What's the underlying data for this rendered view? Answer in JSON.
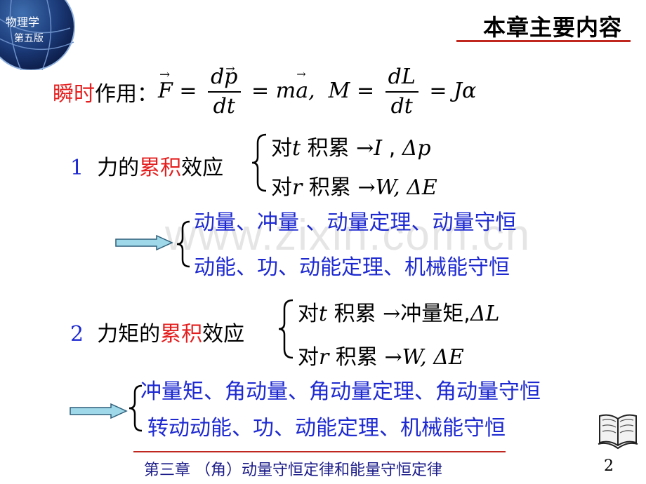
{
  "header": {
    "logo_line1": "物理学",
    "logo_line2": "第五版",
    "chapter_summary": "本章主要内容"
  },
  "instant": {
    "label_red": "瞬时",
    "label_rest": "作用："
  },
  "force_block": {
    "number": "1",
    "label_pre": "力的",
    "label_red": "累积",
    "label_post": "效应",
    "row1_text": "对",
    "row1_var": "t",
    "row1_text2": "积累",
    "row1_result": "I",
    "row1_result2": "Δp",
    "row2_text": "对",
    "row2_var": "r",
    "row2_text2": "积累",
    "row2_result": "W, ΔE"
  },
  "force_concepts": {
    "line1": "动量、冲量 、动量定理、动量守恒",
    "line2": "动能、功、动能定理、机械能守恒"
  },
  "torque_block": {
    "number": "2",
    "label_pre": "力矩的",
    "label_red": "累积",
    "label_post": "效应",
    "row1_text": "对",
    "row1_var": "t",
    "row1_text2": "积累",
    "row1_result": "冲量矩",
    "row1_result2": "ΔL",
    "row2_text": "对",
    "row2_var": "r",
    "row2_text2": "积累",
    "row2_result": "W, ΔE"
  },
  "torque_concepts": {
    "line1": "冲量矩、角动量、角动量定理、角动量守恒",
    "line2": "转动动能、功、动能定理、机械能守恒"
  },
  "watermark": "www.zixin.com.cn",
  "footer": {
    "chapter": "第三章 （角）动量守恒定律和能量守恒定律",
    "page": "2"
  },
  "colors": {
    "red": "#e41e1e",
    "blue": "#1e2ad0",
    "footer_blue": "#1a1a88",
    "rule_red": "#c0281f",
    "arrow_fill": "#9fd8e8"
  }
}
